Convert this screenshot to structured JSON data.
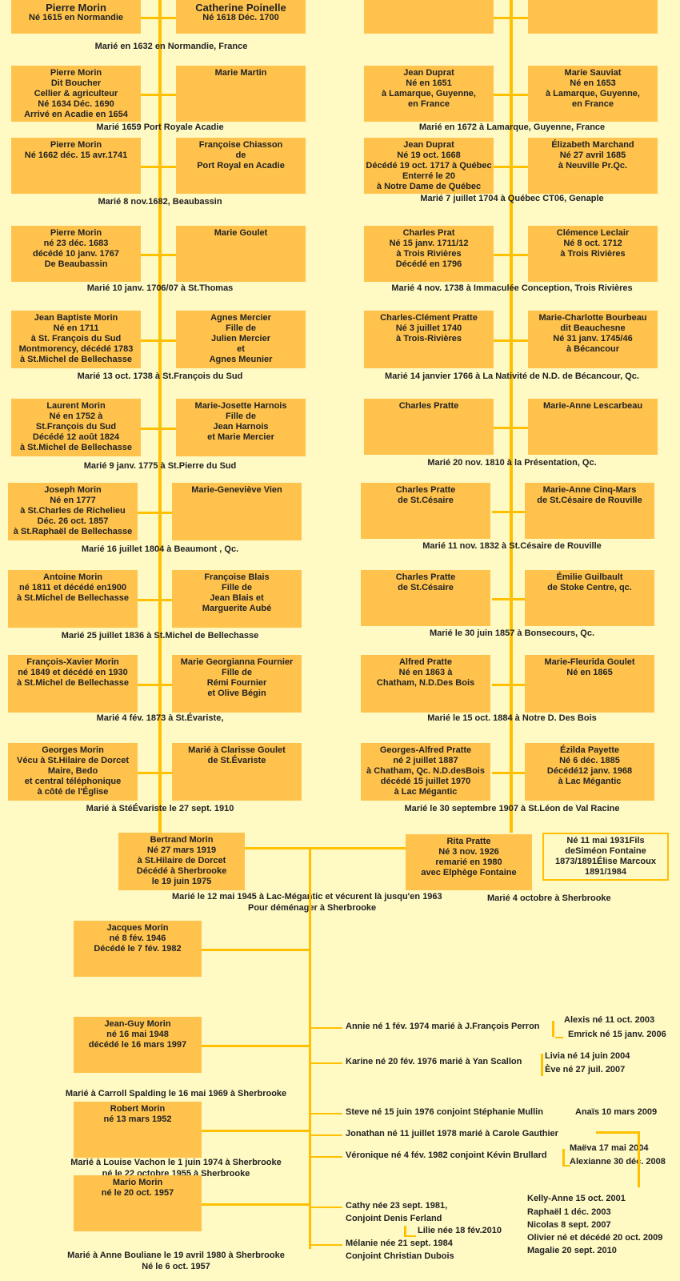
{
  "left_column": [
    {
      "husband": [
        "Pierre Morin",
        "Né 1615 en Normandie"
      ],
      "wife": [
        "Catherine Poinelle",
        "Né 1618 Déc. 1700"
      ],
      "marriage": "Marié en 1632 en Normandie, France"
    },
    {
      "husband": [
        "Pierre Morin",
        "Dit Boucher",
        "Cellier & agriculteur",
        "Né 1634 Déc. 1690",
        "Arrivé en Acadie en 1654"
      ],
      "wife": [
        "Marie Martin"
      ],
      "marriage": "Marié 1659 Port Royale Acadie"
    },
    {
      "husband": [
        "Pierre Morin",
        "Né 1662 déc. 15 avr.1741"
      ],
      "wife": [
        "Françoise Chiasson",
        "de",
        "Port Royal en Acadie"
      ],
      "marriage": "Marié 8 nov.1682, Beaubassin"
    },
    {
      "husband": [
        "Pierre Morin",
        "né 23 déc. 1683",
        "décédé 10 janv. 1767",
        "De Beaubassin"
      ],
      "wife": [
        "Marie Goulet"
      ],
      "marriage": "Marié 10 janv. 1706/07 à St.Thomas"
    },
    {
      "husband": [
        "Jean Baptiste Morin",
        "Né en 1711",
        "à St. François du Sud",
        "Montmorency, décédé 1783",
        "à St.Michel de Bellechasse"
      ],
      "wife": [
        "Agnes Mercier",
        "Fille de",
        "Julien Mercier",
        "et",
        "Agnes Meunier"
      ],
      "marriage": "Marié 13 oct. 1738 à St.François du Sud"
    },
    {
      "husband": [
        "Laurent Morin",
        "Né en 1752 à",
        "St.François du Sud",
        "Décédé 12 août 1824",
        "à St.Michel de Bellechasse"
      ],
      "wife": [
        "Marie-Josette Harnois",
        "Fille de",
        "Jean Harnois",
        "et Marie Mercier"
      ],
      "marriage": "Marié 9 janv. 1775 à St.Pierre du Sud"
    },
    {
      "husband": [
        "Joseph Morin",
        "Né en 1777",
        "à St.Charles de Richelieu",
        "Déc. 26 oct. 1857",
        "à St.Raphaël de Bellechasse"
      ],
      "wife": [
        "Marie-Geneviève Vien"
      ],
      "marriage": "Marié 16 juillet 1804 à Beaumont , Qc."
    },
    {
      "husband": [
        "Antoine Morin",
        "né 1811 et décédé en1900",
        "à St.Michel de Bellechasse"
      ],
      "wife": [
        "Françoise Blais",
        "Fille de",
        "Jean Blais et",
        "Marguerite Aubé"
      ],
      "marriage": "Marié 25 juillet 1836 à St.Michel de Bellechasse"
    },
    {
      "husband": [
        "François-Xavier Morin",
        "né 1849 et décédé en 1930",
        "à St.Michel de Bellechasse"
      ],
      "wife": [
        "Marie Georgianna Fournier",
        "Fille de",
        "Rémi Fournier",
        "et Olive Bégin"
      ],
      "marriage": "Marié 4 fév. 1873 à St.Évariste,"
    },
    {
      "husband": [
        "Georges Morin",
        "Vécu à St.Hilaire de Dorcet",
        "Maire, Bedo",
        "et central téléphonique",
        "à côté de l'Église"
      ],
      "wife": [
        "Marié à Clarisse Goulet",
        "de St.Évariste"
      ],
      "marriage": "Marié à StéÉvariste le 27 sept. 1910"
    }
  ],
  "right_column": [
    {
      "husband": [],
      "wife": [],
      "marriage": ""
    },
    {
      "husband": [
        "Jean Duprat",
        "Né en 1651",
        "à Lamarque, Guyenne,",
        "en France"
      ],
      "wife": [
        "Marie Sauviat",
        "Né en 1653",
        "à Lamarque, Guyenne,",
        "en France"
      ],
      "marriage": "Marié en 1672 à Lamarque, Guyenne, France"
    },
    {
      "husband": [
        "Jean Duprat",
        "Né 19 oct. 1668",
        "Décédé 19 oct. 1717 à Québec",
        "Enterré le 20",
        "à Notre Dame de Québec"
      ],
      "wife": [
        "Élizabeth Marchand",
        "Né 27 avril 1685",
        "à Neuville Pr.Qc."
      ],
      "marriage": "Marié 7 juillet 1704 à Québec CT06, Genaple"
    },
    {
      "husband": [
        "Charles Prat",
        "Né 15 janv. 1711/12",
        "à Trois Rivières",
        "Décédé en 1796"
      ],
      "wife": [
        "Clémence Leclair",
        "Né 8 oct. 1712",
        "à Trois Rivières"
      ],
      "marriage": "Marié 4 nov. 1738 à Immaculée Conception, Trois Rivières"
    },
    {
      "husband": [
        "Charles-Clément Pratte",
        "Né 3 juillet 1740",
        "à Trois-Rivières"
      ],
      "wife": [
        "Marie-Charlotte Bourbeau",
        "dit Beauchesne",
        "Né 31 janv. 1745/46",
        "à Bécancour"
      ],
      "marriage": "Marié 14 janvier 1766 à La Nativité de N.D. de Bécancour, Qc."
    },
    {
      "husband": [
        "Charles Pratte"
      ],
      "wife": [
        "Marie-Anne Lescarbeau"
      ],
      "marriage": "Marié 20 nov. 1810 à la Présentation, Qc."
    },
    {
      "husband": [
        "Charles Pratte",
        "de St.Césaire"
      ],
      "wife": [
        "Marie-Anne Cinq-Mars",
        "de St.Césaire de Rouville"
      ],
      "marriage": "Marié 11 nov. 1832 à St.Césaire de Rouville"
    },
    {
      "husband": [
        "Charles Pratte",
        "de St.Césaire"
      ],
      "wife": [
        "Émilie Guilbault",
        "de Stoke Centre, qc."
      ],
      "marriage": "Marié le 30 juin 1857 à Bonsecours, Qc."
    },
    {
      "husband": [
        "Alfred Pratte",
        "Né en 1863 à",
        "Chatham, N.D.Des Bois"
      ],
      "wife": [
        "Marie-Fleurida Goulet",
        "Né en 1865"
      ],
      "marriage": "Marié le 15 oct. 1884 à Notre D. Des Bois"
    },
    {
      "husband": [
        "Georges-Alfred Pratte",
        "né 2 juillet 1887",
        "à Chatham, Qc. N.D.desBois",
        "décédé 15 juillet 1970",
        "à Lac Mégantic"
      ],
      "wife": [
        "Ézilda Payette",
        "Né 6 déc. 1885",
        "Décédé12 janv. 1968",
        "à Lac Mégantic"
      ],
      "marriage": "Marié le 30 septembre 1907 à St.Léon de Val Racine"
    }
  ],
  "couple": {
    "bertrand": [
      "Bertrand Morin",
      "Né 27 mars 1919",
      "à St.Hilaire de Dorcet",
      "Décédé à Sherbrooke",
      "le 19 juin 1975"
    ],
    "rita": [
      "Rita Pratte",
      "Né 3 nov. 1926",
      "remarié en 1980",
      "avec Elphège Fontaine"
    ],
    "simeon": [
      "Né 11 mai 1931",
      "Fils de",
      "Siméon Fontaine 1873/1891",
      "Élise Marcoux 1891/1984"
    ],
    "marriage_1": "Marié le 12 mai 1945 à Lac-Mégantic et vécurent là jusqu'en 1963",
    "marriage_2": "Pour déménager à Sherbrooke",
    "marriage_3": "Marié 4 octobre à Sherbrooke"
  },
  "sons": [
    {
      "box": [
        "Jacques Morin",
        "né 8 fév. 1946",
        "Décédé le 7 fév. 1982"
      ],
      "note": []
    },
    {
      "box": [
        "Jean-Guy Morin",
        "né 16 mai 1948",
        "décédé le 16 mars 1997"
      ],
      "note": [
        "Marié à Carroll Spalding le 16 mai 1969 à Sherbrooke"
      ]
    },
    {
      "box": [
        "Robert Morin",
        "né 13 mars 1952"
      ],
      "note": [
        "Marié à Louise Vachon le 1 juin 1974 à Sherbrooke",
        "né le 22 octobre 1955 à Sherbrooke"
      ]
    },
    {
      "box": [
        "Mario Morin",
        "né le 20 oct. 1957"
      ],
      "note": [
        "Marié à Anne Bouliane le 19 avril 1980 à Sherbrooke",
        "Né le 6 oct. 1957"
      ]
    }
  ],
  "grandchildren": [
    "Annie né 1 fév. 1974 marié à J.François Perron",
    "Karine né 20 fév. 1976 marié à Yan Scallon",
    "Steve né 15 juin 1976 conjoint Stéphanie Mullin",
    "Jonathan né 11 juillet 1978 marié à Carole Gauthier",
    "Véronique né 4 fév. 1982 conjoint Kévin Brullard",
    "Cathy née 23 sept. 1981,",
    "Conjoint Denis Ferland",
    "Mélanie née 21 sept. 1984",
    "Conjoint Christian Dubois"
  ],
  "great_grandchildren": {
    "annie": [
      "Alexis né 11 oct. 2003",
      "Emrick né 15 janv. 2006"
    ],
    "karine": [
      "Livia né 14 juin 2004",
      "Ève né 27 juil. 2007"
    ],
    "steve": [
      "Anaïs 10 mars 2009"
    ],
    "veronique": [
      "Maëva 17 mai 2004",
      "Alexianne 30 déc. 2008"
    ],
    "cathy": [
      "Lilie née 18 fév.2010"
    ],
    "jonathan": [
      "Kelly-Anne 15 oct. 2001",
      "Raphaël 1 déc. 2003",
      "Nicolas 8 sept. 2007",
      "Olivier né et décédé 20 oct. 2009",
      "Magalie 20 sept. 2010"
    ]
  }
}
